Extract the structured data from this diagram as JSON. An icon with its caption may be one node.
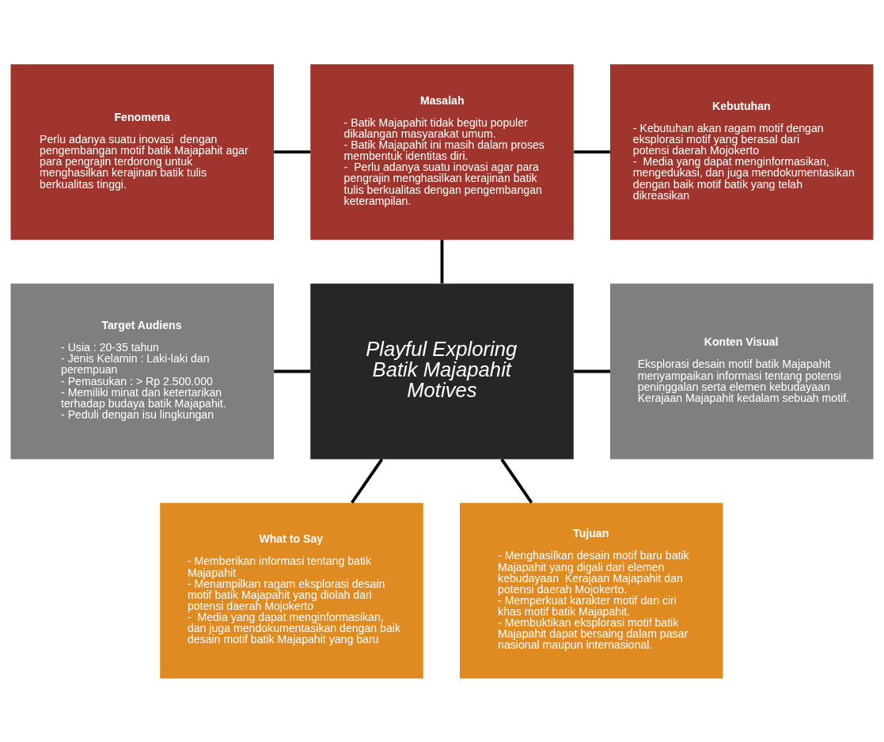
{
  "diagram": {
    "nodes": [
      {
        "text": [
          "Fenomena",
          "Perlu adanya suatu inovasi  dengan pengembangan motif batik Majapahit agar para pengrajin terdorong untuk menghasilkan kerajinan batik tulis berkualitas tinggi."
        ]
      },
      {
        "text": [
          "Masalah",
          "- Batik Majapahit tidak begitu populer dikalangan masyarakat umum.",
          "- Batik Majapahit ini masih dalam proses membentuk identitas diri.",
          "-  Perlu adanya suatu inovasi agar para pengrajin menghasilkan kerajinan batik tulis berkualitas dengan pengembangan keterampilan."
        ]
      },
      {
        "text": [
          "Kebutuhan",
          "- Kebutuhan akan ragam motif dengan eksplorasi motif yang berasal dari potensi daerah Mojokerto",
          "-  Media yang dapat menginformasikan, mengedukasi, dan juga mendokumentasikan dengan baik motif batik yang telah dikreasikan"
        ]
      },
      {
        "text": [
          "Target Audiens",
          "- Usia : 20-35 tahun",
          "- Jenis Kelamin : Laki-laki dan perempuan",
          "- Pemasukan : > Rp 2.500.000",
          "- Memiliki minat dan ketertarikan terhadap budaya batik Majapahit.",
          "- Peduli dengan isu lingkungan"
        ]
      },
      {
        "text": [
          "Playful Exploring Batik Majapahit Motives"
        ]
      },
      {
        "text": [
          "Konten Visual",
          "Eksplorasi desain motif batik Majapahit menyampaikan informasi tentang potensi peninggalan serta elemen kebudayaan Kerajaan Majapahit kedalam sebuah motif."
        ]
      },
      {
        "text": [
          "What to Say",
          "- Memberikan informasi tentang batik Majapahit",
          "- Menampilkan ragam eksplorasi desain motif batik Majapahit yang diolah dari potensi daerah Mojokerto",
          "-  Media yang dapat menginformasikan, dan juga mendokumentasikan dengan baik desain motif batik Majapahit yang baru"
        ]
      },
      {
        "text": [
          "Tujuan",
          "- Menghasilkan desain motif baru batik Majapahit yang digali dari elemen kebudayaan  Kerajaan Majapahit dan potensi daerah Mojokerto.",
          "- Memperkuat karakter motif dan ciri khas motif batik Majapahit.",
          "- Membuktikan eksplorasi motif batik Majapahit dapat bersaing dalam pasar nasional maupun internasional."
        ]
      }
    ],
    "edges": [
      {
        "from": 0,
        "to": 1,
        "arrow": "none"
      },
      {
        "from": 1,
        "to": 2,
        "arrow": "none"
      },
      {
        "from": 1,
        "to": 4,
        "arrow": "none"
      },
      {
        "from": 3,
        "to": 4,
        "arrow": "none"
      },
      {
        "from": 4,
        "to": 5,
        "arrow": "none"
      },
      {
        "from": 4,
        "to": 6,
        "arrow": "none"
      },
      {
        "from": 4,
        "to": 7,
        "arrow": "none"
      }
    ]
  }
}
